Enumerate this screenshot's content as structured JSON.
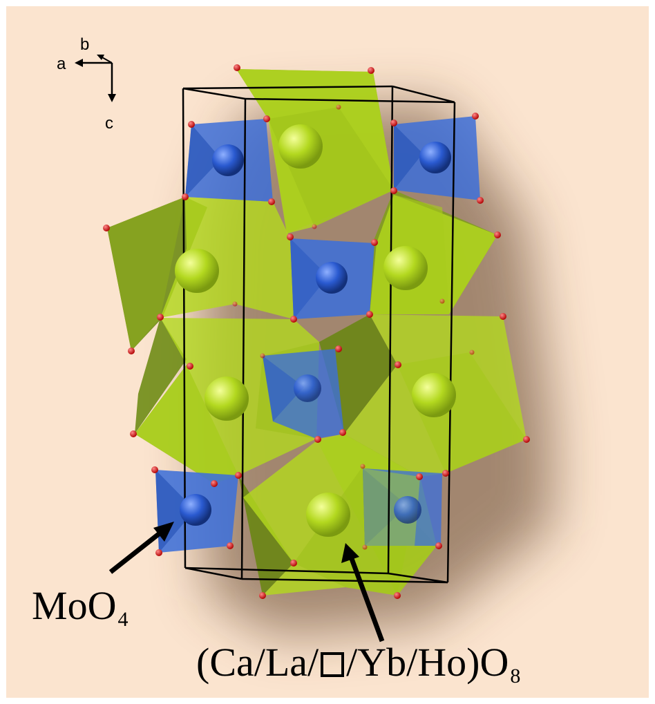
{
  "axes": {
    "a": "a",
    "b": "b",
    "c": "c"
  },
  "labels": {
    "moo4": {
      "text": "MoO",
      "sub": "4"
    },
    "dodeca": {
      "before": "(Ca/La/",
      "after": "/Yb/Ho)O",
      "sub": "8"
    }
  },
  "colors": {
    "background": "#fbe4cf",
    "green": "#b3d81f",
    "green_dark": "#6b8a12",
    "blue": "#3d6fd8",
    "blue_atom": "#2a5ad0",
    "oxygen": "#e01010",
    "cell": "#000000"
  },
  "icons": {
    "vacancy": "vacancy-square-icon"
  }
}
